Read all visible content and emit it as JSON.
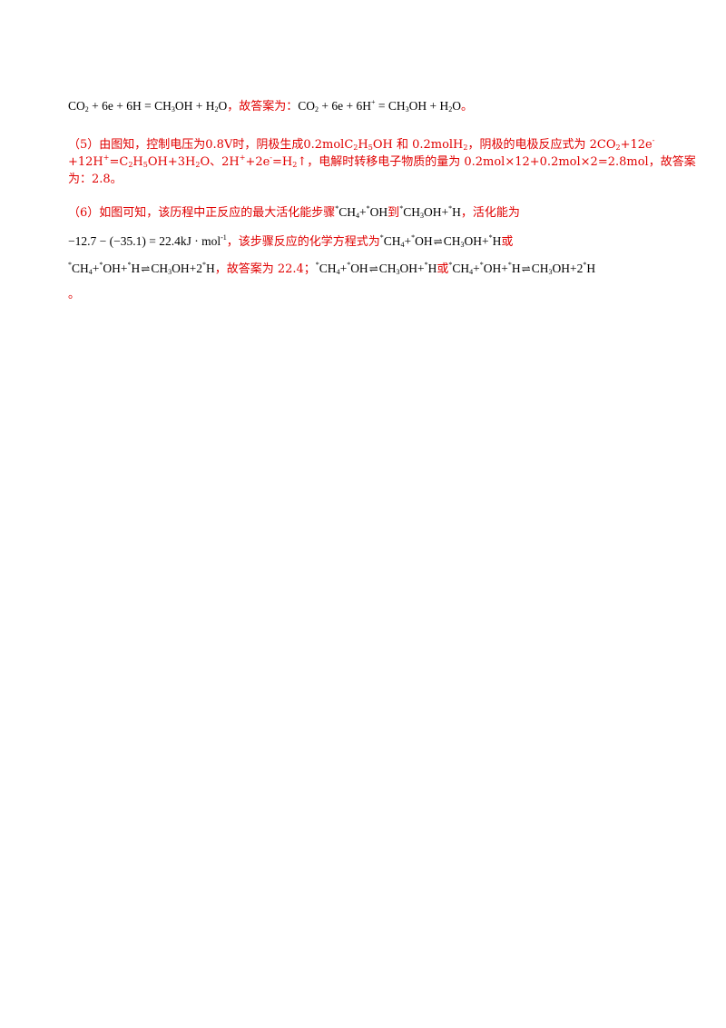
{
  "line1": {
    "eq1_co2": "CO",
    "eq1_rest1": " + 6e  + 6H  = CH",
    "eq1_rest2": "OH + H",
    "eq1_rest3": "O",
    "answer_is": "，故答案为：",
    "eq2_co2": "CO",
    "eq2_rest1": " + 6e  + 6H",
    "eq2_rest2": " = CH",
    "eq2_rest3": "OH + H",
    "eq2_rest4": "O",
    "end": "。"
  },
  "p5": {
    "a": "（5）由图知，控制电压为0.8V时，阴极生成0.2molC",
    "b": "H",
    "c": "OH 和 0.2molH",
    "d": "，阴极的电极反应式为 2CO",
    "e": "+12e",
    "f": "+12H",
    "g": "=C",
    "h": "H",
    "i": "OH+3H",
    "j": "O、2H",
    "k": "+2e",
    "l": "=H",
    "m": "↑，电解时转移电子物质的量为 0.2mol×12+0.2mol×2=2.8mol，故答案",
    "n": "为：2.8。"
  },
  "p6": {
    "a": "（6）如图可知，该历程中正反应的最大活化能步骤",
    "f1": "CH",
    "f2": "+",
    "f3": "OH",
    "to": "到",
    "f4": "CH",
    "f5": "OH+",
    "f6": "H",
    "b": "，活化能为",
    "calc": "−12.7 − (−35.1) = 22.4kJ · mol",
    "c": "，该步骤反应的化学方程式为",
    "g1": "CH",
    "g2": "+",
    "g3": "OH",
    "g4": "CH",
    "g5": "OH+",
    "g6": "H",
    "or": "或",
    "h1": "CH",
    "h2": "+",
    "h3": "OH+",
    "h4": "H",
    "h5": "CH",
    "h6": "OH+2",
    "h7": "H",
    "d": "，故答案为 22.4；",
    "i1": "CH",
    "i2": "+",
    "i3": "OH",
    "i4": "CH",
    "i5": "OH+",
    "i6": "H",
    "or2": "或",
    "j1": "CH",
    "j2": "+",
    "j3": "OH+",
    "j4": "H",
    "j5": "CH",
    "j6": "OH+2",
    "j7": "H",
    "end": "。"
  },
  "sym": {
    "star": "*",
    "two": "2",
    "three": "3",
    "four": "4",
    "five": "5",
    "minus": "-",
    "plus": "+",
    "neg1": "-1",
    "eq": "⇌"
  }
}
